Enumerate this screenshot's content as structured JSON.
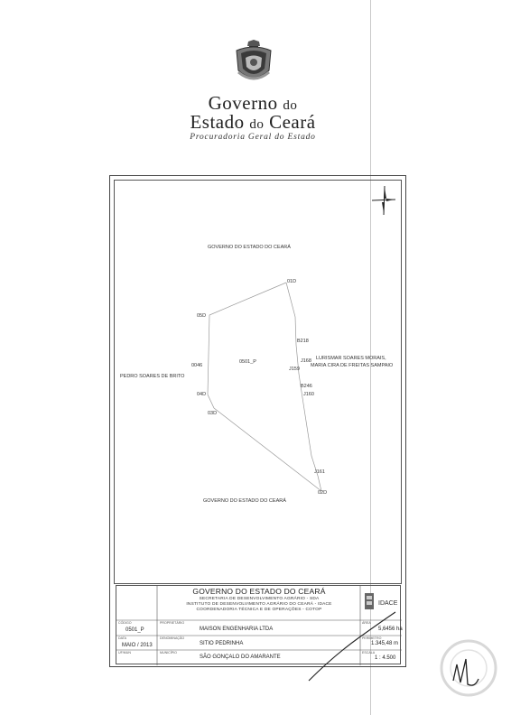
{
  "letterhead": {
    "line1_big": "Governo",
    "line1_small": "do",
    "line2_big": "Estado",
    "line2_mid": "do",
    "line2_end": "Ceará",
    "agency": "Procuradoria Geral do Estado"
  },
  "map": {
    "boundary_labels": {
      "north": "GOVERNO DO ESTADO DO CEARÁ",
      "south": "GOVERNO DO ESTADO DO CEARÁ",
      "west": "PEDRO SOARES DE BRITO",
      "east_line1": "LURISMAR SOARES MORAIS,",
      "east_line2": "MARIA CIRA DE FREITAS SAMPAIO"
    },
    "parcel_id": "0501_P",
    "vertices": {
      "v01": "01D",
      "v05": "05D",
      "v0046": "0046",
      "v04": "04D",
      "v03": "03D",
      "v02": "02D",
      "vB218": "B218",
      "vJ168": "J168",
      "vJ159": "J159",
      "vB246": "B246",
      "vJ160": "J160",
      "vJ161": "J161"
    }
  },
  "title_block": {
    "header": "GOVERNO DO ESTADO DO CEARÁ",
    "sub1": "SECRETARIA DE DESENVOLVIMENTO AGRÁRIO - SDA",
    "sub2": "INSTITUTO DE DESENVOLVIMENTO AGRÁRIO DO CEARÁ - IDACE",
    "sub3": "COORDENADORIA TÉCNICA E DE OPERAÇÕES - COTOP",
    "logo_text": "IDACE",
    "row1": {
      "code_label": "CÓDIGO",
      "code": "0501_P",
      "owner_label": "PROPRIETÁRIO",
      "owner": "MAISON ENGENHARIA LTDA",
      "area_label": "ÁREA",
      "area": "5,6456 ha"
    },
    "row2": {
      "date_label": "DATA",
      "date": "MAIO / 2013",
      "name_label": "DENOMINAÇÃO",
      "name": "SITIO PEDRINHA",
      "perim_label": "PERÍMETRO",
      "perim": "1.345,48 m"
    },
    "row3": {
      "uf_label": "UF/MUN",
      "muni_label": "MUNICÍPIO",
      "muni": "SÃO GONÇALO DO AMARANTE",
      "scale_label": "ESCALA",
      "scale": "1 : 4.500"
    }
  }
}
